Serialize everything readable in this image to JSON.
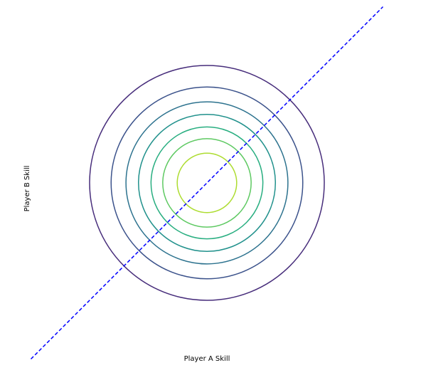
{
  "chart_data": {
    "type": "contour",
    "title": "",
    "xlabel": "Player A Skill",
    "ylabel": "Player B Skill",
    "center": [
      0,
      0
    ],
    "xlim": [
      -3,
      3
    ],
    "ylim": [
      -3,
      3
    ],
    "contour_radii": [
      3.0,
      2.45,
      2.07,
      1.75,
      1.43,
      1.13,
      0.76
    ],
    "contour_colors": [
      "#472d7b",
      "#3b528b",
      "#2c728e",
      "#21918c",
      "#28ae80",
      "#5ec962",
      "#addc30"
    ],
    "reference_line": {
      "style": "dashed",
      "color": "#0000ff",
      "x": [
        -4.5,
        4.5
      ],
      "y": [
        -4.5,
        4.5
      ]
    },
    "axes_visible": false,
    "grid": false
  }
}
